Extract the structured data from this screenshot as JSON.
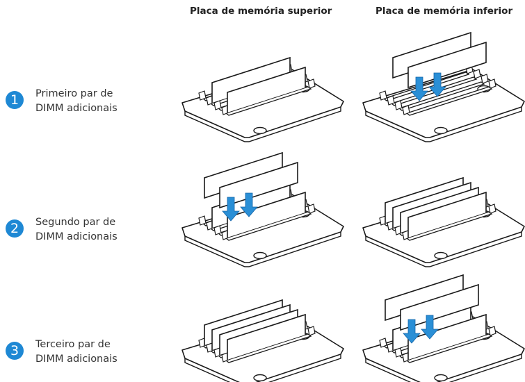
{
  "columns": {
    "upper": "Placa de memória superior",
    "lower": "Placa de memória inferior"
  },
  "steps": [
    {
      "number": "1",
      "line1": "Primeiro par de",
      "line2": "DIMM adicionais"
    },
    {
      "number": "2",
      "line1": "Segundo par de",
      "line2": "DIMM adicionais"
    },
    {
      "number": "3",
      "line1": "Terceiro par de",
      "line2": "DIMM adicionais"
    }
  ],
  "colors": {
    "accent": "#1e88d4",
    "arrow": "#2a8fd6",
    "line": "#1a1a1a"
  }
}
